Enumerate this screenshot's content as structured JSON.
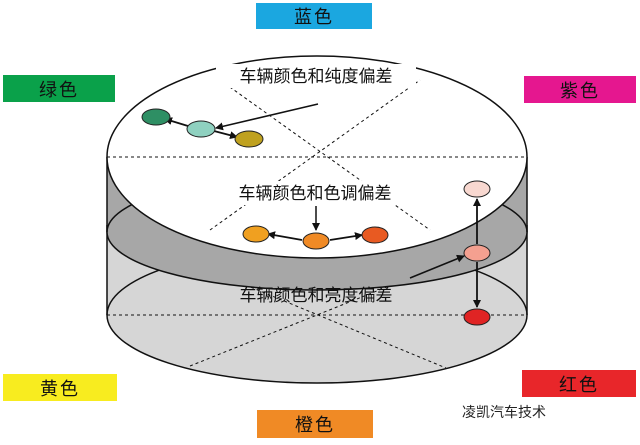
{
  "swatches": {
    "blue": {
      "label": "蓝色",
      "color": "#1ba7e0"
    },
    "green": {
      "label": "绿色",
      "color": "#0aa14a"
    },
    "purple": {
      "label": "紫色",
      "color": "#e5178f"
    },
    "yellow": {
      "label": "黄色",
      "color": "#f8ec1f"
    },
    "red": {
      "label": "红色",
      "color": "#e8262a"
    },
    "orange": {
      "label": "橙色",
      "color": "#f08a25"
    }
  },
  "layers": {
    "top": {
      "label": "车辆颜色和纯度偏差"
    },
    "middle": {
      "label": "车辆颜色和色调偏差"
    },
    "bottom": {
      "label": "车辆颜色和亮度偏差"
    }
  },
  "watermark": "凌凯汽车技术"
}
